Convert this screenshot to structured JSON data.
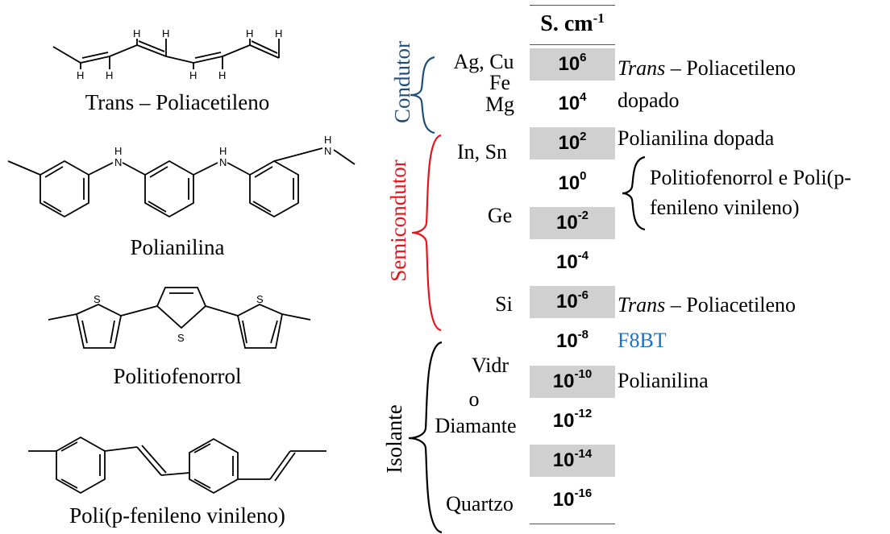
{
  "molecules": [
    {
      "name": "Trans – Poliacetileno"
    },
    {
      "name": "Polianilina"
    },
    {
      "name": "Politiofenorrol"
    },
    {
      "name": "Poli(p-fenileno vinileno)"
    }
  ],
  "atom_labels": {
    "hydrogen": "H",
    "amine": "H\nN",
    "sulfur": "S"
  },
  "scale": {
    "unit_base": "S. cm",
    "unit_exponent": "-1",
    "rows": [
      {
        "base": "10",
        "exp": "6",
        "shaded": true
      },
      {
        "base": "10",
        "exp": "4",
        "shaded": false
      },
      {
        "base": "10",
        "exp": "2",
        "shaded": true
      },
      {
        "base": "10",
        "exp": "0",
        "shaded": false
      },
      {
        "base": "10",
        "exp": "-2",
        "shaded": true
      },
      {
        "base": "10",
        "exp": "-4",
        "shaded": false
      },
      {
        "base": "10",
        "exp": "-6",
        "shaded": true
      },
      {
        "base": "10",
        "exp": "-8",
        "shaded": false
      },
      {
        "base": "10",
        "exp": "-10",
        "shaded": true
      },
      {
        "base": "10",
        "exp": "-12",
        "shaded": false
      },
      {
        "base": "10",
        "exp": "-14",
        "shaded": true
      },
      {
        "base": "10",
        "exp": "-16",
        "shaded": false
      }
    ]
  },
  "categories": [
    {
      "label": "Condutor",
      "color": "#1f4e79"
    },
    {
      "label": "Semicondutor",
      "color": "#e8141b"
    },
    {
      "label": "Isolante",
      "color": "#000000"
    }
  ],
  "materials": [
    "Ag, Cu",
    "Fe",
    "Mg",
    "In, Sn",
    "Ge",
    "Si",
    "Vidr",
    "o",
    "Diamante",
    "Quartzo"
  ],
  "notes": {
    "trans_doped_italic": "Trans",
    "trans_doped_rest": " – Poliacetileno",
    "trans_doped_line2": "dopado",
    "polyaniline_doped": "Polianilina dopada",
    "group_line1": "Politiofenorrol e Poli(p-",
    "group_line2": "fenileno vinileno)",
    "trans_italic": "Trans",
    "trans_rest": " – Poliacetileno",
    "f8bt": "F8BT",
    "f8bt_color": "#1a73c9",
    "polyaniline": "Polianilina"
  }
}
